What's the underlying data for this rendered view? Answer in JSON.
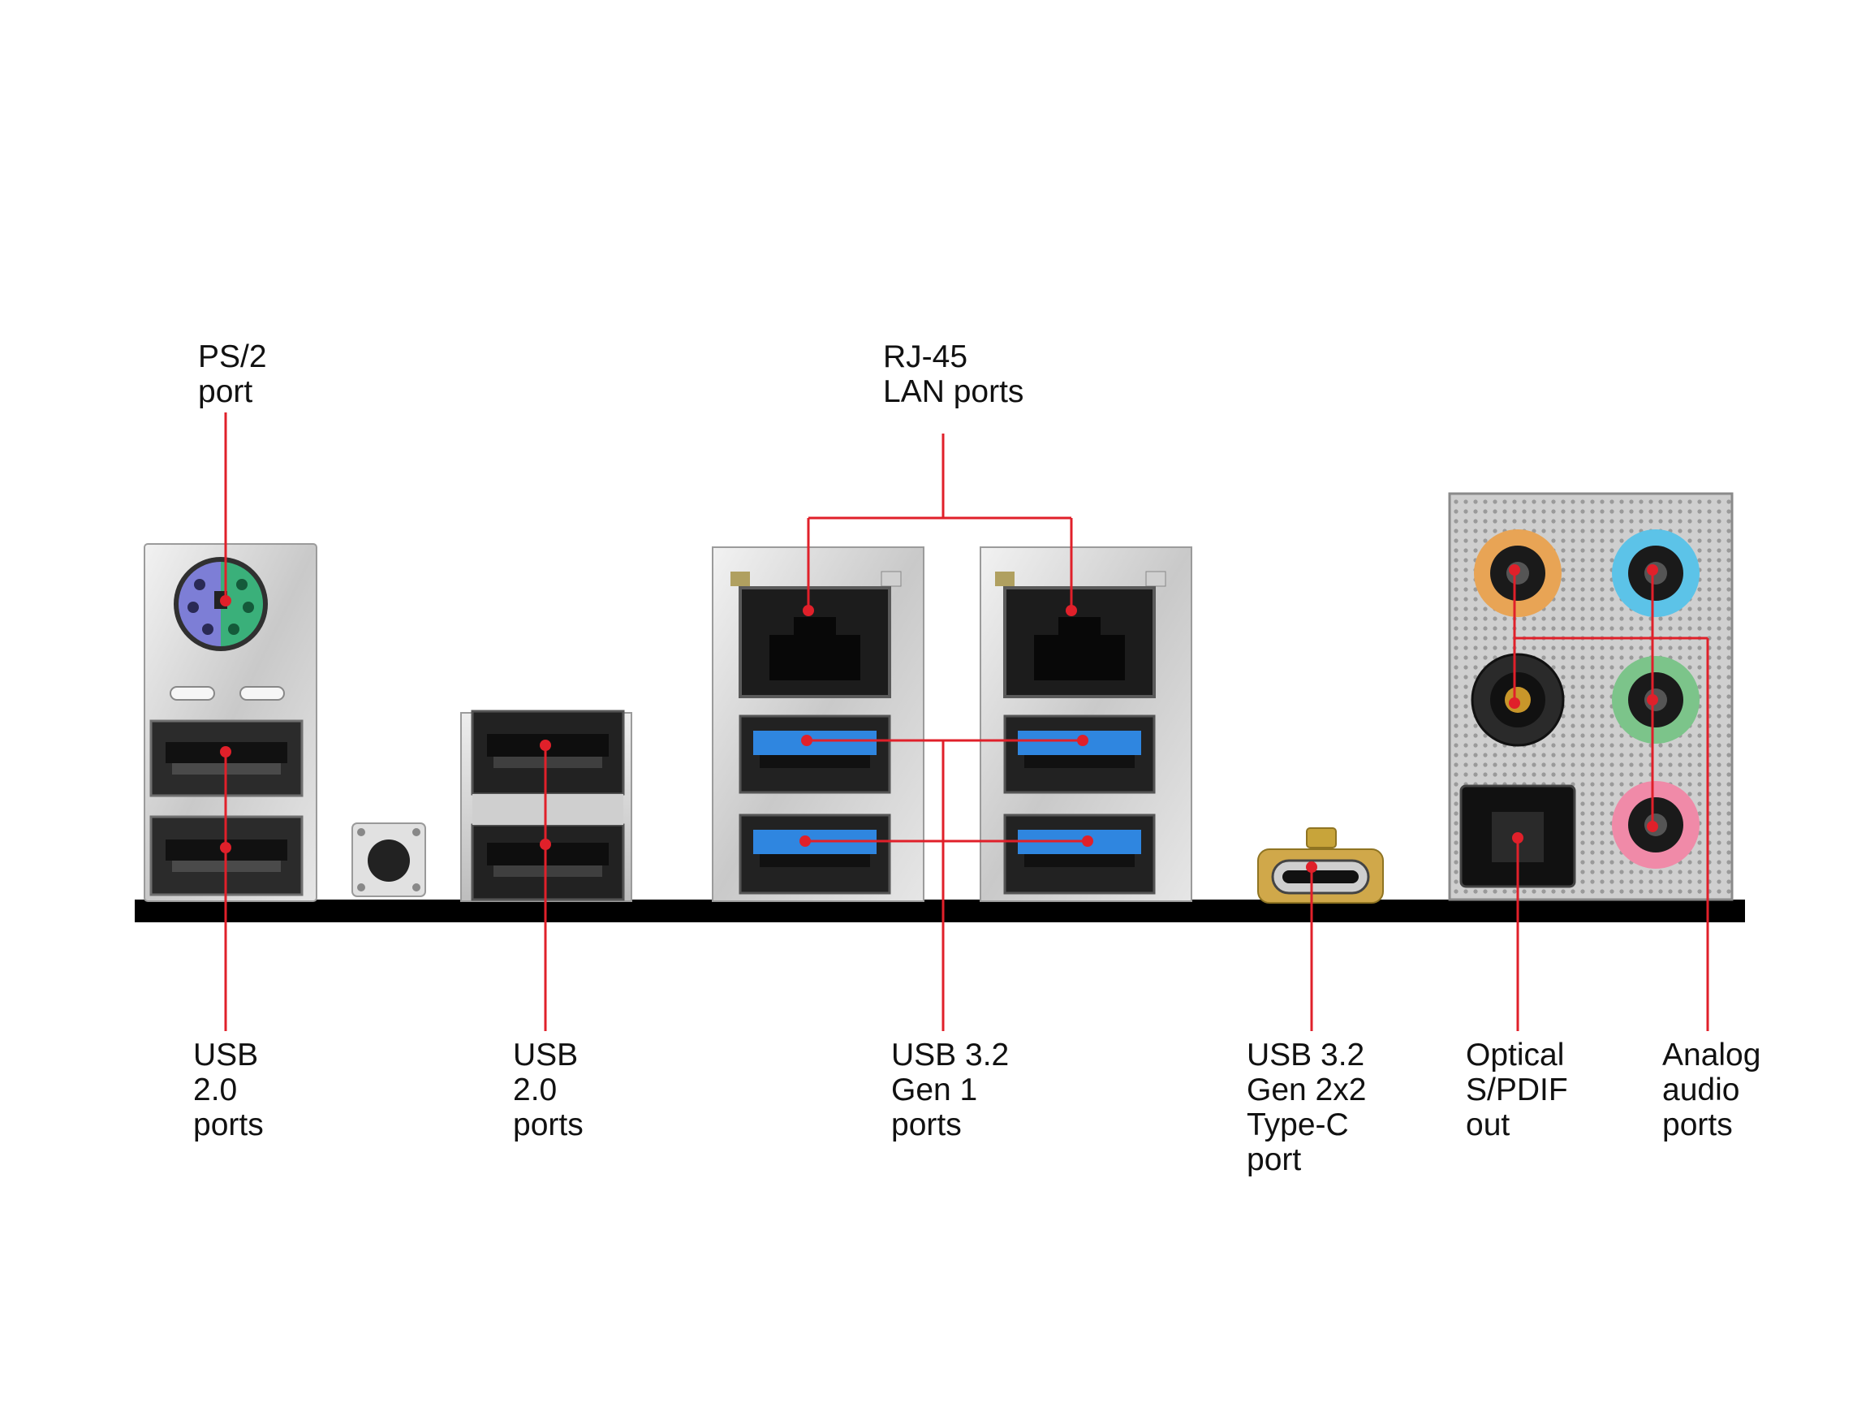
{
  "labels": {
    "ps2": [
      "PS/2",
      "port"
    ],
    "rj45": [
      "RJ-45",
      "LAN ports"
    ],
    "usb20_left": [
      "USB",
      "2.0",
      "ports"
    ],
    "usb20_mid": [
      "USB",
      "2.0",
      "ports"
    ],
    "usb32_gen1": [
      "USB 3.2",
      "Gen 1",
      "ports"
    ],
    "usb32_typec": [
      "USB 3.2",
      "Gen 2x2",
      "Type-C",
      "port"
    ],
    "optical": [
      "Optical",
      "S/PDIF",
      "out"
    ],
    "analog": [
      "Analog",
      "audio",
      "ports"
    ]
  },
  "colors": {
    "leader_line": "#e0202a",
    "ps2_keyboard": "#7d7ed6",
    "ps2_mouse": "#3ab07a",
    "usb3_blue": "#2f86e0",
    "audio_orange": "#e8a455",
    "audio_blue": "#5cc3e8",
    "audio_black": "#2a2a2a",
    "audio_green": "#7cc48a",
    "audio_pink": "#f08aa8",
    "io_shield_bar": "#000000"
  },
  "icons": [
    "ps2-port-icon",
    "usb-port-icon",
    "rj45-port-icon",
    "usb-c-port-icon",
    "optical-port-icon",
    "audio-jack-icon",
    "clear-cmos-button-icon"
  ]
}
